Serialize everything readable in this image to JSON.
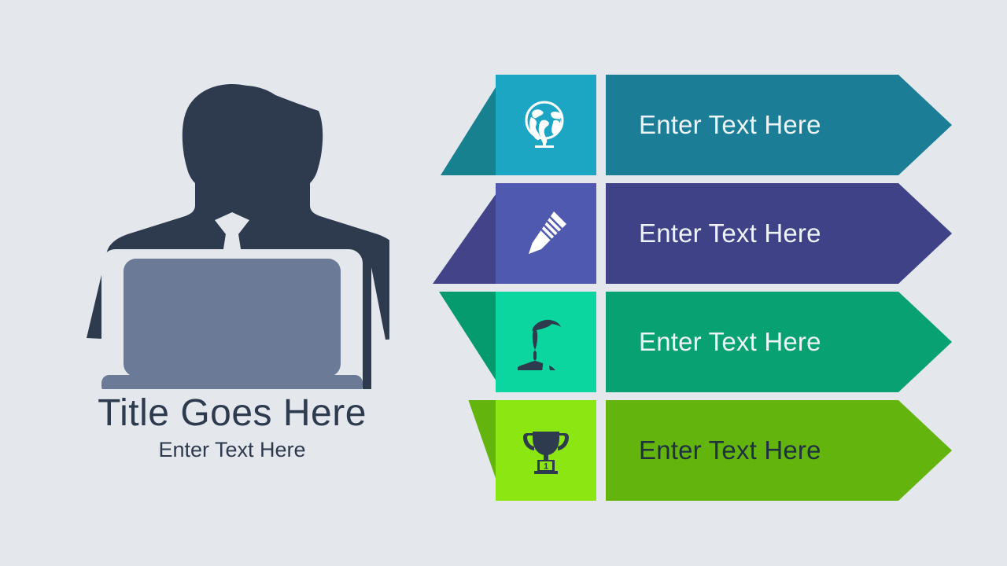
{
  "slide": {
    "background_color": "#e4e7ec",
    "type": "infographic-slide"
  },
  "persona": {
    "icon": "person-at-laptop-icon",
    "figure_color": "#2e3a4d",
    "laptop_color": "#6b7a96",
    "title": "Title Goes Here",
    "subtitle": "Enter Text Here",
    "text_color": "#2e3a4d"
  },
  "rows": [
    {
      "index": 1,
      "icon": "globe-icon",
      "label": "Enter Text Here",
      "tile_color": "#1ca6c4",
      "banner_color": "#1b7e96",
      "wedge_color": "#17818f",
      "label_color": "#eef3f6",
      "icon_color": "#ffffff"
    },
    {
      "index": 2,
      "icon": "pencil-icon",
      "label": "Enter Text Here",
      "tile_color": "#5059b0",
      "banner_color": "#3f4287",
      "wedge_color": "#424389",
      "label_color": "#eef3f6",
      "icon_color": "#ffffff"
    },
    {
      "index": 3,
      "icon": "businessman-icon",
      "label": "Enter Text Here",
      "tile_color": "#0bd6a0",
      "banner_color": "#08a171",
      "wedge_color": "#059b6e",
      "label_color": "#eef3f6",
      "icon_color": "#2e3a4d"
    },
    {
      "index": 4,
      "icon": "trophy-icon",
      "label": "Enter Text Here",
      "tile_color": "#8ce612",
      "banner_color": "#63b40d",
      "wedge_color": "#63b40d",
      "label_color": "#1f3042",
      "icon_color": "#2e3a4d",
      "trophy_rank": "1"
    }
  ]
}
